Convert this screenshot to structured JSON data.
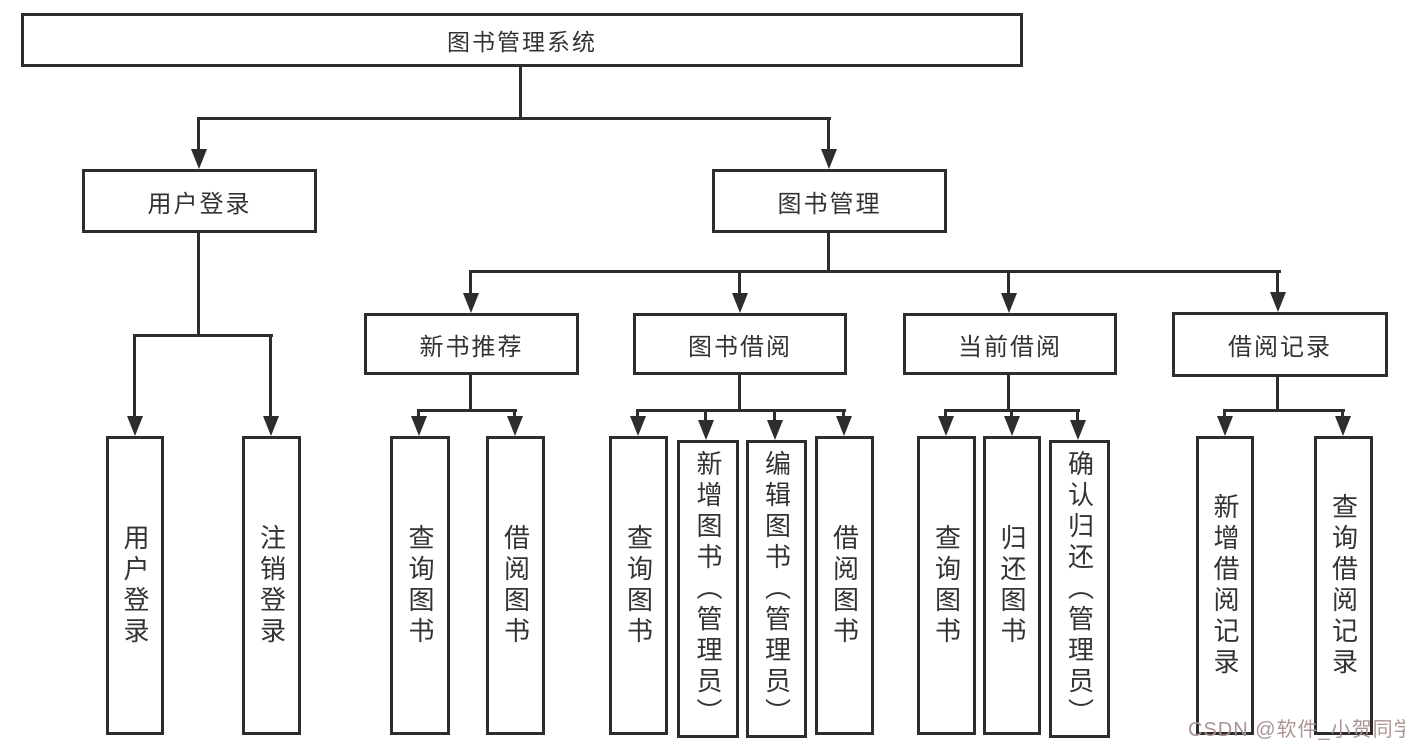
{
  "title": "图书管理系统",
  "level1": {
    "user_login": "用户登录",
    "book_mgmt": "图书管理"
  },
  "level2": {
    "new_books": "新书推荐",
    "book_borrow": "图书借阅",
    "current_borrow": "当前借阅",
    "borrow_records": "借阅记录"
  },
  "leaves": {
    "user": [
      "用户登录",
      "注销登录"
    ],
    "new_books": [
      "查询图书",
      "借阅图书"
    ],
    "book_borrow": [
      "查询图书",
      "新增图书（管理员）",
      "编辑图书（管理员）",
      "借阅图书"
    ],
    "current_borrow": [
      "查询图书",
      "归还图书",
      "确认归还（管理员）"
    ],
    "borrow_records": [
      "新增借阅记录",
      "查询借阅记录"
    ]
  },
  "watermark": "CSDN @软件_小贺同学",
  "colors": {
    "line": "#2d2d2d",
    "text": "#333333",
    "watermark": "#ad9494",
    "background": "#ffffff"
  }
}
